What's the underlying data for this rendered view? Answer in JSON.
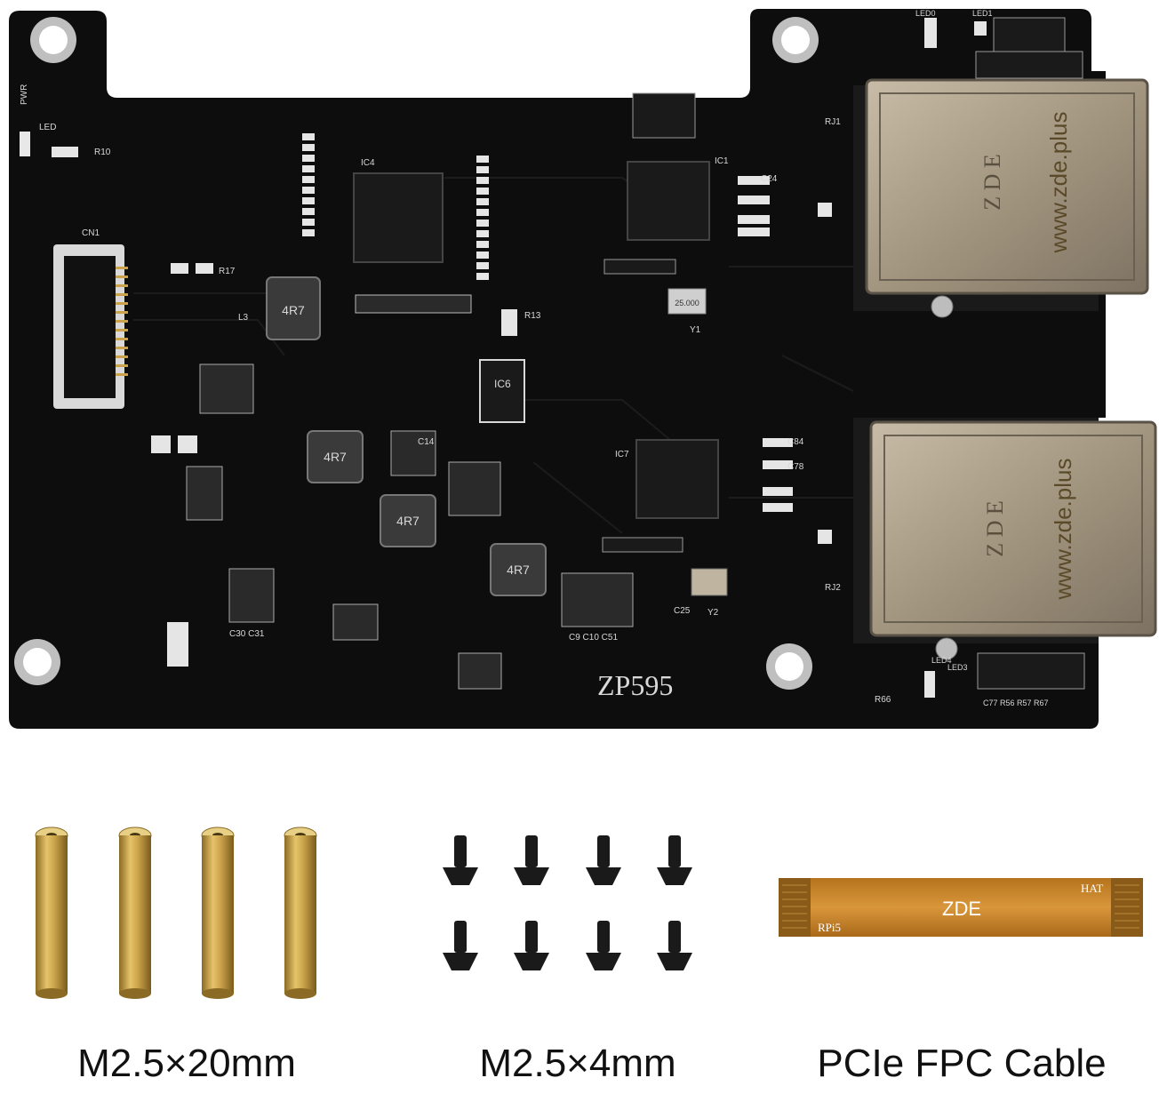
{
  "board": {
    "model": "ZP595",
    "labels": {
      "pwr": "PWR",
      "led": "LED",
      "cn1": "CN1",
      "ic4": "IC4",
      "ic1": "IC1",
      "ic6": "IC6",
      "ic7": "IC7",
      "rj1": "RJ1",
      "rj2": "RJ2",
      "led0": "LED0",
      "led1": "LED1",
      "led3": "LED3",
      "led4": "LED4",
      "y1": "Y1",
      "y2": "Y2",
      "l3": "L3",
      "r10": "R10",
      "r17": "R17",
      "r13": "R13",
      "c14": "C14",
      "c84": "C84",
      "c78": "C78",
      "c24": "C24",
      "c25": "C25",
      "c9c10c51": "C9  C10  C51",
      "c30c31": "C30  C31",
      "r66": "R66",
      "c77r56r57r67": "C77  R56  R57  R67",
      "inductor": "4R7",
      "crystal": "25.000"
    },
    "connector_brand": "Z D E",
    "connector_url": "www.zde.plus"
  },
  "cable": {
    "brand": "ZDE",
    "end_left": "RPi5",
    "end_right": "HAT"
  },
  "captions": {
    "standoffs": "M2.5×20mm",
    "screws": "M2.5×4mm",
    "cable": "PCIe FPC Cable"
  },
  "colors": {
    "pcb": "#0d0d0d",
    "silkscreen": "#d8d8d8",
    "brass": "#c9a24a",
    "cable": "#c98a2e",
    "metal": "#a79a86"
  }
}
